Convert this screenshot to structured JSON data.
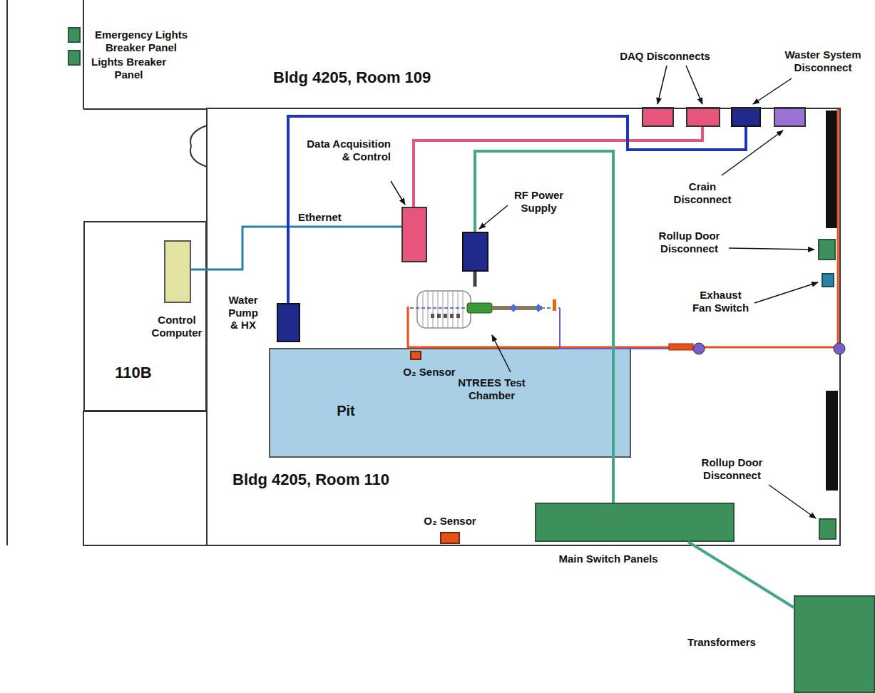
{
  "diagram": {
    "nodes": [
      {
        "text": [
          "Emergency Lights Breaker Panel"
        ]
      },
      {
        "text": [
          "Lights Breaker Panel"
        ]
      },
      {
        "text": [
          "110B"
        ]
      },
      {
        "text": [
          "Control Computer"
        ],
        "in": 2
      },
      {
        "text": [
          "Water Pump & HX"
        ]
      },
      {
        "text": [
          "Data Acquisition & Control"
        ]
      },
      {
        "text": [
          "RF Power Supply"
        ]
      },
      {
        "text": [
          "NTREES Test Chamber"
        ]
      },
      {
        "text": [
          "Pit"
        ]
      },
      {
        "text": [
          "O₂ Sensor"
        ],
        "in": 8
      },
      {
        "text": [
          "O₂ Sensor"
        ]
      },
      {
        "text": [
          "Main Switch Panels"
        ]
      },
      {
        "text": [
          "Transformers"
        ]
      },
      {
        "text": [
          "DAQ Disconnects"
        ]
      },
      {
        "text": [
          "Waster System Disconnect"
        ]
      },
      {
        "text": [
          "Crain Disconnect"
        ]
      },
      {
        "text": [
          "Rollup Door Disconnect"
        ]
      },
      {
        "text": [
          "Exhaust Fan Switch"
        ]
      },
      {
        "text": [
          "Rollup Door Disconnect"
        ]
      }
    ],
    "edges": [
      {
        "from": 3,
        "to": 5,
        "arrow": "none",
        "label": "Ethernet"
      },
      {
        "from": 5,
        "to": 13,
        "arrow": "none"
      },
      {
        "from": 4,
        "to": 14,
        "arrow": "none"
      },
      {
        "from": 6,
        "to": 11,
        "arrow": "none"
      },
      {
        "from": 11,
        "to": 12,
        "arrow": "none"
      },
      {
        "from": 6,
        "to": 7,
        "arrow": "none"
      }
    ],
    "labels": [
      "Bldg 4205, Room 109",
      "Bldg 4205, Room 110"
    ]
  }
}
